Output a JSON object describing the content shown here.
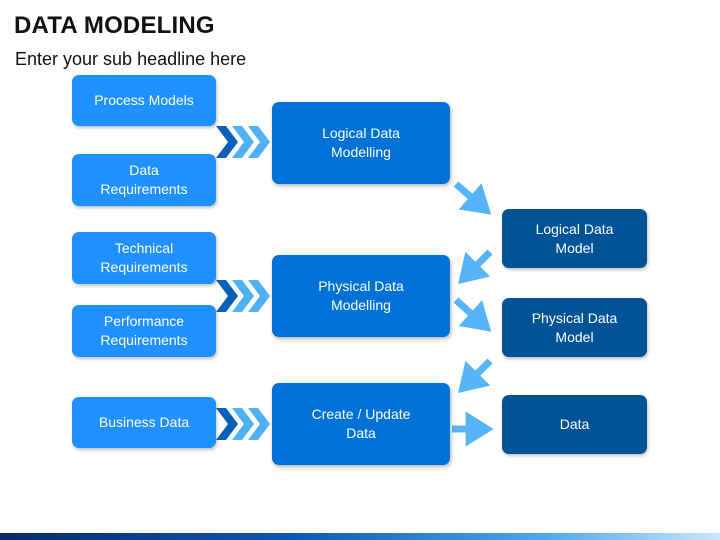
{
  "header": {
    "title": "DATA MODELING",
    "subtitle": "Enter your sub headline here"
  },
  "inputs": {
    "process_models": "Process Models",
    "data_requirements": "Data\nRequirements",
    "technical_requirements": "Technical\nRequirements",
    "performance_requirements": "Performance\nRequirements",
    "business_data": "Business Data"
  },
  "processes": {
    "logical_data_modelling": "Logical Data\nModelling",
    "physical_data_modelling": "Physical Data\nModelling",
    "create_update_data": "Create / Update\nData"
  },
  "outputs": {
    "logical_data_model": "Logical Data\nModel",
    "physical_data_model": "Physical Data\nModel",
    "data": "Data"
  },
  "colors": {
    "input_box": "#1e90ff",
    "process_box": "#0071d6",
    "output_box": "#005397",
    "chevron_dark": "#0b5fb8",
    "chevron_light": "#4fb0f5",
    "arrow": "#55b3f7"
  }
}
